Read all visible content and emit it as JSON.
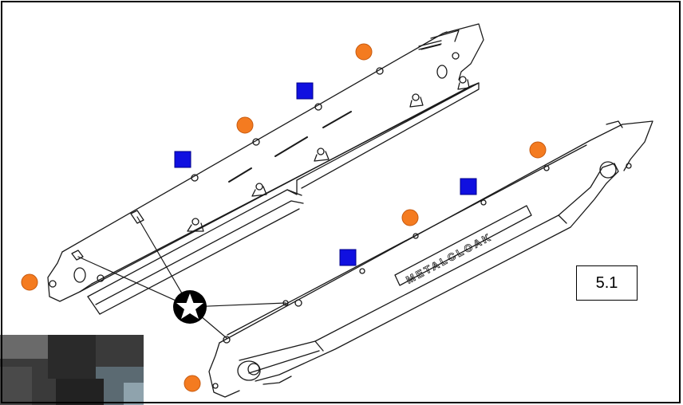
{
  "step_label": "5.1",
  "brand_text": "METALCLOAK",
  "colors": {
    "line": "#1a1a1a",
    "orange_marker": "#f47b20",
    "blue_marker": "#1010e0",
    "star_fill": "#000000",
    "star_glyph": "#ffffff"
  },
  "marker_legend": {
    "orange_circle": "orange-circle-marker",
    "blue_square": "blue-square-marker",
    "star": "star-callout-icon"
  }
}
